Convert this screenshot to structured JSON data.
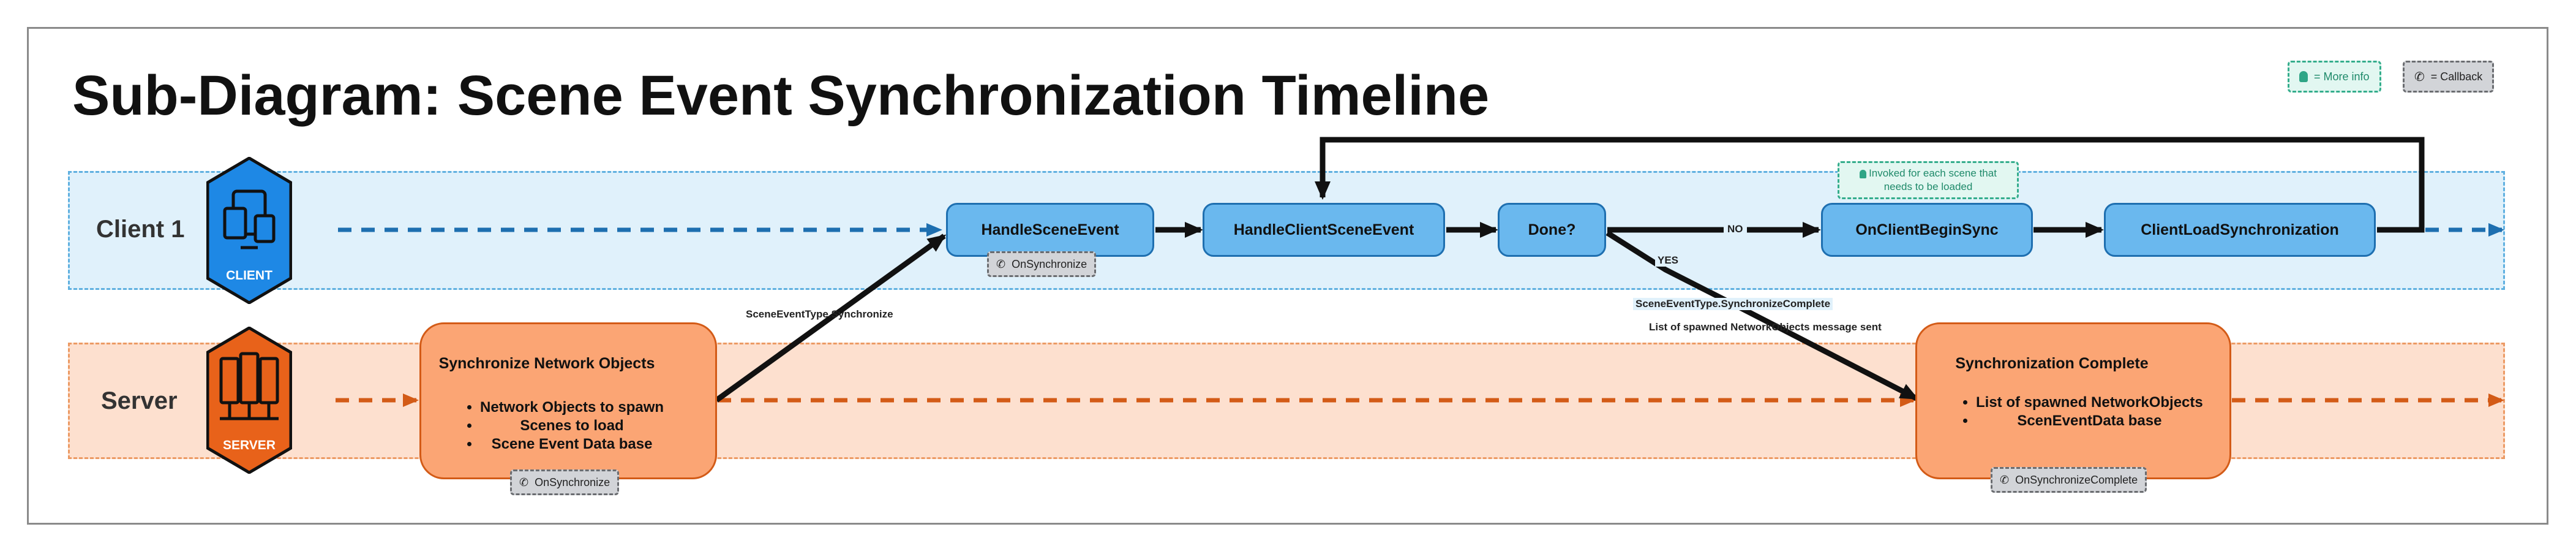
{
  "title": "Sub-Diagram: Scene Event Synchronization Timeline",
  "legend": {
    "more_info": "= More info",
    "callback": "= Callback"
  },
  "lanes": {
    "client": {
      "label": "Client 1",
      "icon": "client-devices-icon",
      "caption": "CLIENT",
      "color": "#1e88e5"
    },
    "server": {
      "label": "Server",
      "icon": "server-rack-icon",
      "caption": "SERVER",
      "color": "#e8621a"
    }
  },
  "nodes": {
    "handle_scene_event": "HandleSceneEvent",
    "handle_client_scene_event": "HandleClientSceneEvent",
    "done": "Done?",
    "on_client_begin_sync": "OnClientBeginSync",
    "client_load_sync": "ClientLoadSynchronization",
    "sync_network_objects": {
      "title": "Synchronize Network Objects",
      "items": [
        "Network Objects to spawn",
        "Scenes to load",
        "Scene Event Data base"
      ]
    },
    "sync_complete": {
      "title": "Synchronization Complete",
      "items": [
        "List of spawned NetworkObjects",
        "ScenEventData base"
      ]
    }
  },
  "callbacks": {
    "client_on_sync": "OnSynchronize",
    "server_on_sync": "OnSynchronize",
    "server_on_sync_complete": "OnSynchronizeComplete"
  },
  "notes": {
    "per_scene": "Invoked for each scene that needs to be loaded"
  },
  "edge_labels": {
    "synchronize": "SceneEventType.Synchronize",
    "no": "NO",
    "yes": "YES",
    "sync_complete_type": "SceneEventType.SynchronizeComplete",
    "spawned_sent": "List of spawned NetworkObjects message sent"
  },
  "colors": {
    "client_lane": "#e0f1fb",
    "server_lane": "#fde0cf",
    "client_node": "#6ab8ee",
    "server_node": "#fba574",
    "client_dash": "#1e6fb0",
    "server_dash": "#d35b17"
  }
}
